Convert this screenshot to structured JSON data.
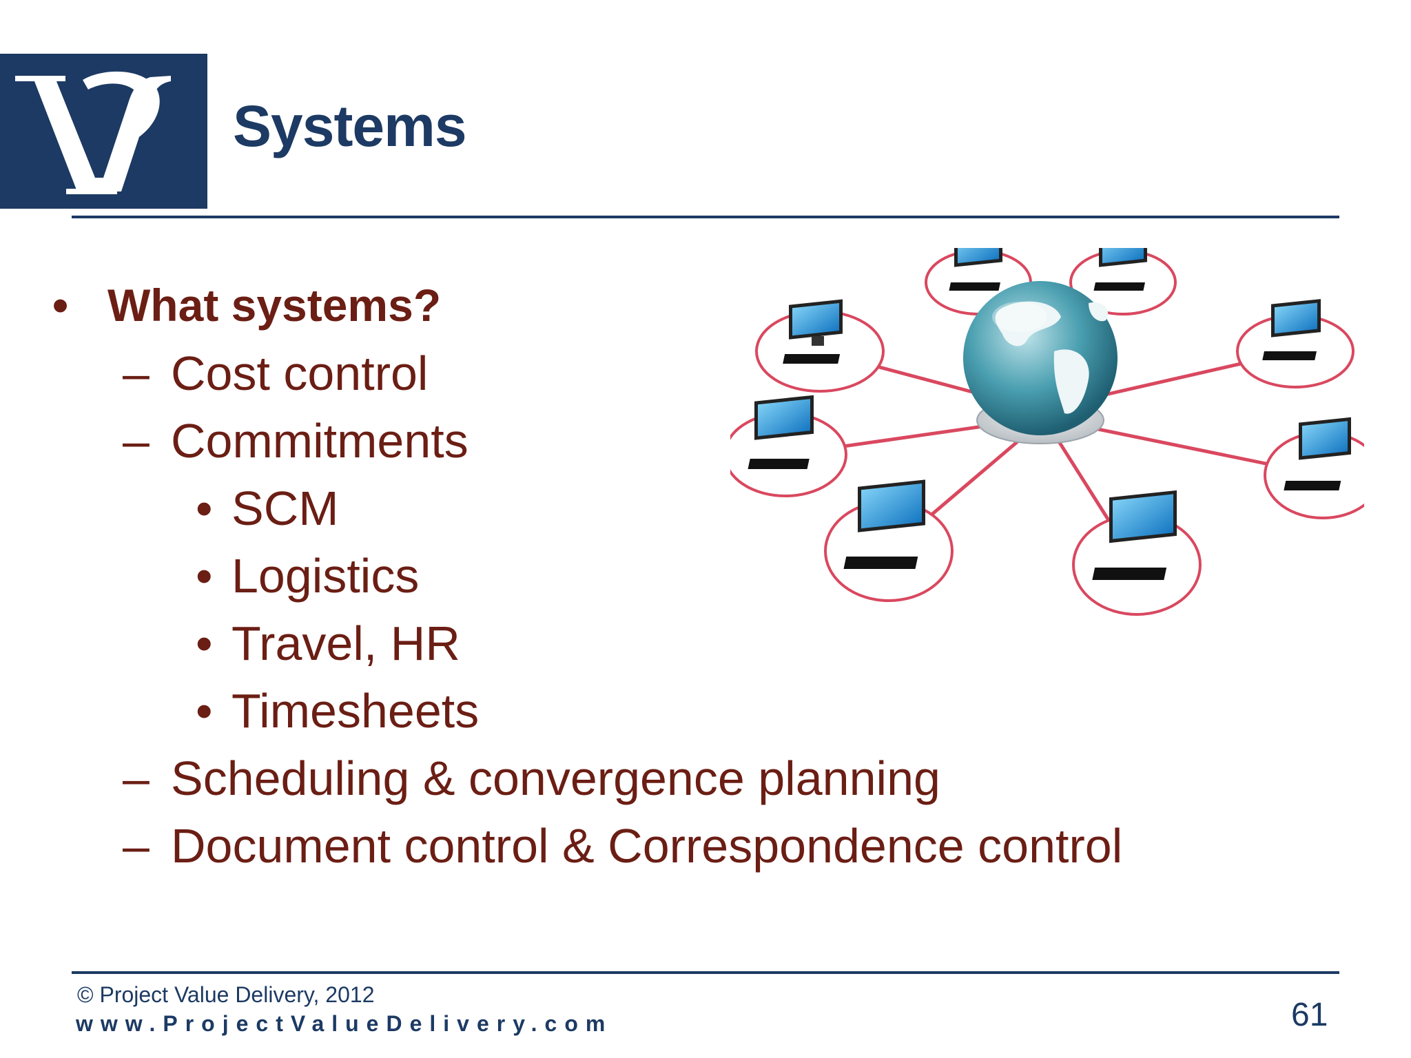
{
  "slide": {
    "title": "Systems",
    "page_number": "61"
  },
  "bullets": [
    {
      "level": 1,
      "marker": "•",
      "text": "What systems?"
    },
    {
      "level": 2,
      "marker": "–",
      "text": "Cost control"
    },
    {
      "level": 2,
      "marker": "–",
      "text": "Commitments"
    },
    {
      "level": 3,
      "marker": "•",
      "text": "SCM"
    },
    {
      "level": 3,
      "marker": "•",
      "text": "Logistics"
    },
    {
      "level": 3,
      "marker": "•",
      "text": "Travel, HR"
    },
    {
      "level": 3,
      "marker": "•",
      "text": "Timesheets"
    },
    {
      "level": 2,
      "marker": "–",
      "text": "Scheduling & convergence planning"
    },
    {
      "level": 2,
      "marker": "–",
      "text": "Document control & Correspondence control"
    }
  ],
  "footer": {
    "copyright": "© Project Value Delivery, 2012",
    "url": "www.ProjectValueDelivery.com"
  },
  "colors": {
    "brand_navy": "#1c3a63",
    "text_maroon": "#6b1e14",
    "network_ring": "#d9485f"
  },
  "illustration": {
    "icon": "globe-network-icon",
    "computers": 8
  }
}
